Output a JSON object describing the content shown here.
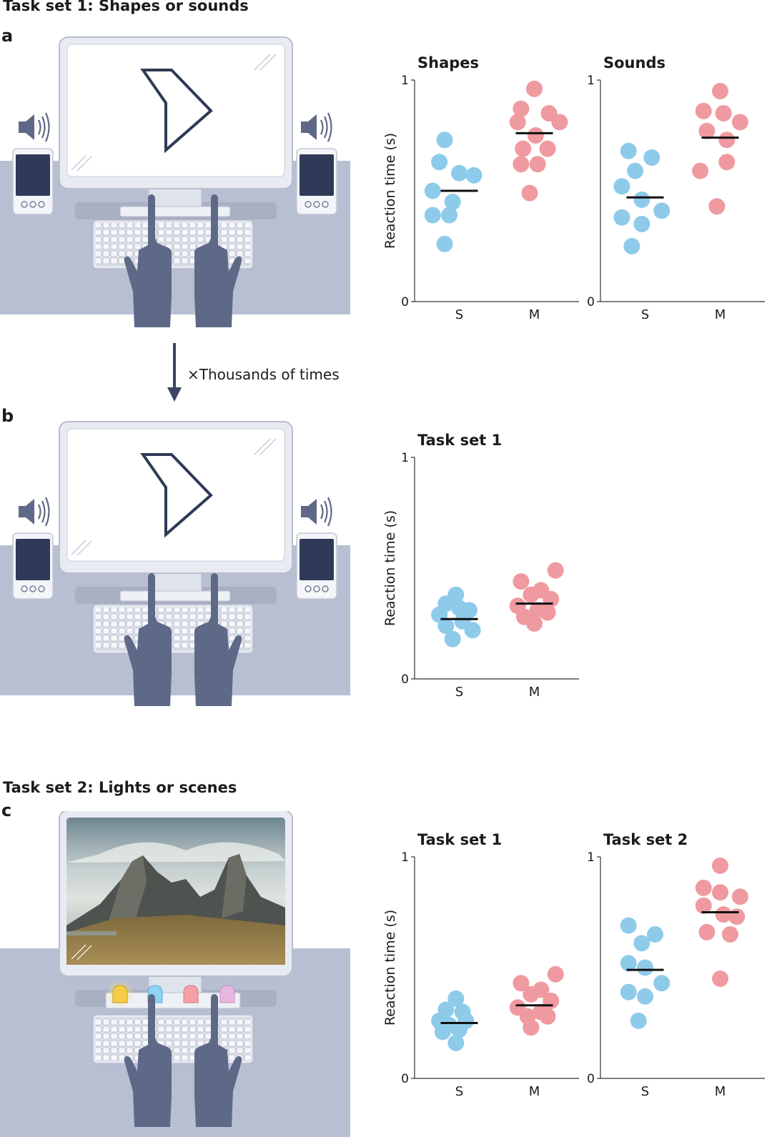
{
  "headings": {
    "task_set_1": "Task set 1: Shapes or sounds",
    "task_set_2": "Task set 2: Lights or scenes"
  },
  "panels": {
    "a": "a",
    "b": "b",
    "c": "c"
  },
  "transition": {
    "label": "×Thousands of times"
  },
  "colors": {
    "single_task": "#8ecbea",
    "mixed_task": "#ef9aa0",
    "mean_line": "#111111",
    "desk": "#b8bfd3",
    "hand": "#5e6987"
  },
  "chart_data": [
    {
      "type": "scatter",
      "title": "Shapes",
      "ylabel": "Reaction time (s)",
      "ylim": [
        0,
        1
      ],
      "yticks": [
        "0",
        "1"
      ],
      "categories": [
        "S",
        "M"
      ],
      "means": [
        0.5,
        0.76
      ],
      "series": [
        {
          "values": [
            [
              0.28,
              0.73
            ],
            [
              0.2,
              0.63
            ],
            [
              0.5,
              0.58
            ],
            [
              0.72,
              0.57
            ],
            [
              0.1,
              0.5
            ],
            [
              0.4,
              0.45
            ],
            [
              0.1,
              0.39
            ],
            [
              0.35,
              0.39
            ],
            [
              0.28,
              0.26
            ]
          ]
        },
        {
          "values": [
            [
              0.5,
              0.96
            ],
            [
              0.3,
              0.87
            ],
            [
              0.72,
              0.85
            ],
            [
              0.25,
              0.81
            ],
            [
              0.88,
              0.81
            ],
            [
              0.52,
              0.75
            ],
            [
              0.33,
              0.69
            ],
            [
              0.7,
              0.69
            ],
            [
              0.3,
              0.62
            ],
            [
              0.55,
              0.62
            ],
            [
              0.43,
              0.49
            ]
          ]
        }
      ]
    },
    {
      "type": "scatter",
      "title": "Sounds",
      "ylim": [
        0,
        1
      ],
      "yticks": [
        "0",
        "1"
      ],
      "categories": [
        "S",
        "M"
      ],
      "means": [
        0.47,
        0.74
      ],
      "series": [
        {
          "values": [
            [
              0.25,
              0.68
            ],
            [
              0.6,
              0.65
            ],
            [
              0.35,
              0.59
            ],
            [
              0.15,
              0.52
            ],
            [
              0.45,
              0.46
            ],
            [
              0.75,
              0.41
            ],
            [
              0.15,
              0.38
            ],
            [
              0.45,
              0.35
            ],
            [
              0.3,
              0.25
            ]
          ]
        },
        {
          "values": [
            [
              0.5,
              0.95
            ],
            [
              0.25,
              0.86
            ],
            [
              0.55,
              0.85
            ],
            [
              0.8,
              0.81
            ],
            [
              0.3,
              0.77
            ],
            [
              0.6,
              0.73
            ],
            [
              0.2,
              0.59
            ],
            [
              0.6,
              0.63
            ],
            [
              0.45,
              0.43
            ]
          ]
        }
      ]
    },
    {
      "type": "scatter",
      "title": "Task set 1",
      "ylabel": "Reaction time (s)",
      "ylim": [
        0,
        1
      ],
      "yticks": [
        "0",
        "1"
      ],
      "categories": [
        "S",
        "M"
      ],
      "means": [
        0.27,
        0.34
      ],
      "series": [
        {
          "values": [
            [
              0.45,
              0.38
            ],
            [
              0.3,
              0.34
            ],
            [
              0.5,
              0.32
            ],
            [
              0.65,
              0.31
            ],
            [
              0.2,
              0.29
            ],
            [
              0.55,
              0.26
            ],
            [
              0.3,
              0.24
            ],
            [
              0.7,
              0.22
            ],
            [
              0.4,
              0.18
            ]
          ]
        },
        {
          "values": [
            [
              0.82,
              0.49
            ],
            [
              0.3,
              0.44
            ],
            [
              0.6,
              0.4
            ],
            [
              0.45,
              0.38
            ],
            [
              0.75,
              0.36
            ],
            [
              0.25,
              0.33
            ],
            [
              0.55,
              0.31
            ],
            [
              0.7,
              0.3
            ],
            [
              0.35,
              0.28
            ],
            [
              0.5,
              0.25
            ]
          ]
        }
      ]
    },
    {
      "type": "scatter",
      "title": "Task set 1",
      "ylabel": "Reaction time (s)",
      "ylim": [
        0,
        1
      ],
      "yticks": [
        "0",
        "1"
      ],
      "categories": [
        "S",
        "M"
      ],
      "means": [
        0.25,
        0.33
      ],
      "series": [
        {
          "values": [
            [
              0.45,
              0.36
            ],
            [
              0.3,
              0.31
            ],
            [
              0.55,
              0.3
            ],
            [
              0.2,
              0.26
            ],
            [
              0.6,
              0.26
            ],
            [
              0.35,
              0.24
            ],
            [
              0.5,
              0.22
            ],
            [
              0.25,
              0.21
            ],
            [
              0.45,
              0.16
            ]
          ]
        },
        {
          "values": [
            [
              0.82,
              0.47
            ],
            [
              0.3,
              0.43
            ],
            [
              0.6,
              0.4
            ],
            [
              0.45,
              0.38
            ],
            [
              0.75,
              0.35
            ],
            [
              0.25,
              0.32
            ],
            [
              0.6,
              0.3
            ],
            [
              0.4,
              0.28
            ],
            [
              0.7,
              0.28
            ],
            [
              0.45,
              0.23
            ]
          ]
        }
      ]
    },
    {
      "type": "scatter",
      "title": "Task set 2",
      "ylim": [
        0,
        1
      ],
      "yticks": [
        "0",
        "1"
      ],
      "categories": [
        "S",
        "M"
      ],
      "means": [
        0.49,
        0.75
      ],
      "series": [
        {
          "values": [
            [
              0.25,
              0.69
            ],
            [
              0.65,
              0.65
            ],
            [
              0.45,
              0.61
            ],
            [
              0.25,
              0.52
            ],
            [
              0.5,
              0.5
            ],
            [
              0.75,
              0.43
            ],
            [
              0.25,
              0.39
            ],
            [
              0.5,
              0.37
            ],
            [
              0.4,
              0.26
            ]
          ]
        },
        {
          "values": [
            [
              0.5,
              0.96
            ],
            [
              0.25,
              0.86
            ],
            [
              0.5,
              0.84
            ],
            [
              0.8,
              0.82
            ],
            [
              0.25,
              0.78
            ],
            [
              0.55,
              0.74
            ],
            [
              0.75,
              0.73
            ],
            [
              0.3,
              0.66
            ],
            [
              0.65,
              0.65
            ],
            [
              0.5,
              0.45
            ]
          ]
        }
      ]
    }
  ]
}
